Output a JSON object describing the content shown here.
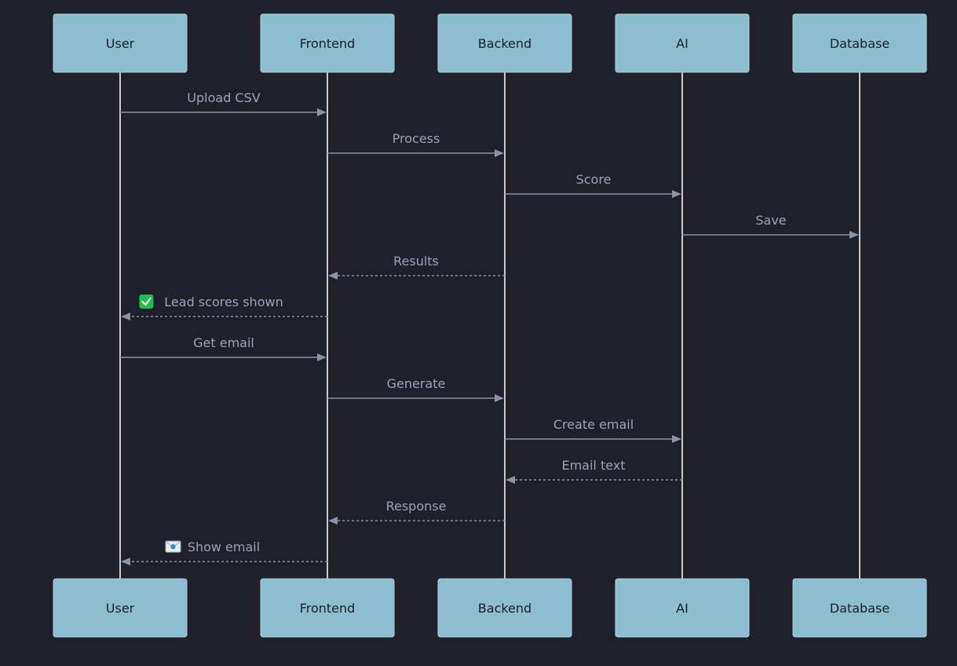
{
  "participants": [
    {
      "id": "user",
      "label": "User"
    },
    {
      "id": "frontend",
      "label": "Frontend"
    },
    {
      "id": "backend",
      "label": "Backend"
    },
    {
      "id": "ai",
      "label": "AI"
    },
    {
      "id": "database",
      "label": "Database"
    }
  ],
  "messages": [
    {
      "from": "user",
      "to": "frontend",
      "label": "Upload CSV",
      "style": "solid"
    },
    {
      "from": "frontend",
      "to": "backend",
      "label": "Process",
      "style": "solid"
    },
    {
      "from": "backend",
      "to": "ai",
      "label": "Score",
      "style": "solid"
    },
    {
      "from": "ai",
      "to": "database",
      "label": "Save",
      "style": "solid"
    },
    {
      "from": "backend",
      "to": "frontend",
      "label": "Results",
      "style": "dashed"
    },
    {
      "from": "frontend",
      "to": "user",
      "label": "Lead scores shown",
      "style": "dashed",
      "icon": "check-mark-icon"
    },
    {
      "from": "user",
      "to": "frontend",
      "label": "Get email",
      "style": "solid"
    },
    {
      "from": "frontend",
      "to": "backend",
      "label": "Generate",
      "style": "solid"
    },
    {
      "from": "backend",
      "to": "ai",
      "label": "Create email",
      "style": "solid"
    },
    {
      "from": "ai",
      "to": "backend",
      "label": "Email text",
      "style": "dashed"
    },
    {
      "from": "backend",
      "to": "frontend",
      "label": "Response",
      "style": "dashed"
    },
    {
      "from": "frontend",
      "to": "user",
      "label": "Show email",
      "style": "dashed",
      "icon": "email-icon"
    }
  ],
  "colors": {
    "background": "#1f2029",
    "actor_fill": "#8bbfcf",
    "line": "#8a93a8",
    "text": "#9aa3b8",
    "check_icon": "#1dbf4f"
  }
}
